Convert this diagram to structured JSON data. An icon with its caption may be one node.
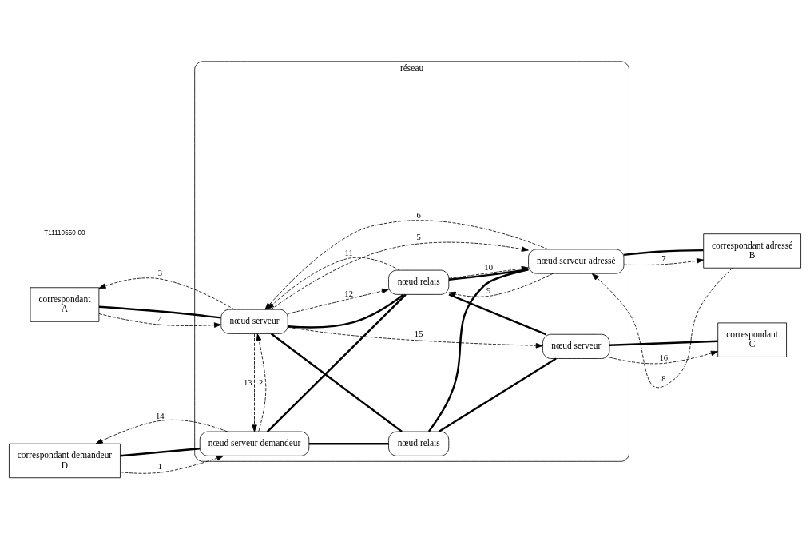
{
  "diagram": {
    "nodes": [
      {
        "text": [
          "réseau"
        ]
      },
      {
        "text": [
          "nœud serveur"
        ],
        "in": 0
      },
      {
        "text": [
          "nœud relais"
        ],
        "in": 0
      },
      {
        "text": [
          "nœud serveur adressé"
        ],
        "in": 0
      },
      {
        "text": [
          "nœud serveur demandeur"
        ],
        "in": 0
      },
      {
        "text": [
          "nœud relais"
        ],
        "in": 0
      },
      {
        "text": [
          "nœud serveur"
        ],
        "in": 0
      },
      {
        "text": [
          "correspondant",
          "A"
        ]
      },
      {
        "text": [
          "correspondant adressé",
          "B"
        ]
      },
      {
        "text": [
          "correspondant demandeur",
          "D"
        ]
      },
      {
        "text": [
          "correspondant",
          "C"
        ]
      }
    ],
    "edges": [
      {
        "from": 7,
        "to": 1,
        "arrow": "none",
        "style": "thick"
      },
      {
        "from": 1,
        "to": 2,
        "arrow": "none",
        "style": "thick"
      },
      {
        "from": 2,
        "to": 3,
        "arrow": "none",
        "style": "thick"
      },
      {
        "from": 3,
        "to": 8,
        "arrow": "none",
        "style": "thick"
      },
      {
        "from": 9,
        "to": 4,
        "arrow": "none",
        "style": "thick"
      },
      {
        "from": 4,
        "to": 5,
        "arrow": "none",
        "style": "thick"
      },
      {
        "from": 5,
        "to": 6,
        "arrow": "none",
        "style": "thick"
      },
      {
        "from": 6,
        "to": 10,
        "arrow": "none",
        "style": "thick"
      },
      {
        "from": 1,
        "to": 5,
        "arrow": "none",
        "style": "thick"
      },
      {
        "from": 4,
        "to": 2,
        "arrow": "none",
        "style": "thick"
      },
      {
        "from": 2,
        "to": 6,
        "arrow": "none",
        "style": "thick"
      },
      {
        "from": 5,
        "to": 3,
        "arrow": "none",
        "style": "thick"
      },
      {
        "from": 9,
        "to": 4,
        "arrow": "to",
        "style": "dashed",
        "label": "1"
      },
      {
        "from": 4,
        "to": 1,
        "arrow": "to",
        "style": "dashed",
        "label": "2"
      },
      {
        "from": 1,
        "to": 7,
        "arrow": "to",
        "style": "dashed",
        "label": "3"
      },
      {
        "from": 7,
        "to": 1,
        "arrow": "to",
        "style": "dashed",
        "label": "4"
      },
      {
        "from": 1,
        "to": 3,
        "arrow": "to",
        "style": "dashed",
        "label": "5"
      },
      {
        "from": 3,
        "to": 1,
        "arrow": "to",
        "style": "dashed",
        "label": "6"
      },
      {
        "from": 3,
        "to": 8,
        "arrow": "to",
        "style": "dashed",
        "label": "7"
      },
      {
        "from": 8,
        "to": 3,
        "arrow": "to",
        "style": "dashed",
        "label": "8"
      },
      {
        "from": 3,
        "to": 2,
        "arrow": "to",
        "style": "dashed",
        "label": "9"
      },
      {
        "from": 2,
        "to": 3,
        "arrow": "to",
        "style": "dashed",
        "label": "10"
      },
      {
        "from": 2,
        "to": 1,
        "arrow": "to",
        "style": "dashed",
        "label": "11"
      },
      {
        "from": 1,
        "to": 2,
        "arrow": "to",
        "style": "dashed",
        "label": "12"
      },
      {
        "from": 1,
        "to": 4,
        "arrow": "to",
        "style": "dashed",
        "label": "13"
      },
      {
        "from": 4,
        "to": 9,
        "arrow": "to",
        "style": "dashed",
        "label": "14"
      },
      {
        "from": 1,
        "to": 6,
        "arrow": "to",
        "style": "dashed",
        "label": "15"
      },
      {
        "from": 6,
        "to": 10,
        "arrow": "to",
        "style": "dashed",
        "label": "16"
      }
    ],
    "labels": [
      "T11110550-00"
    ]
  }
}
